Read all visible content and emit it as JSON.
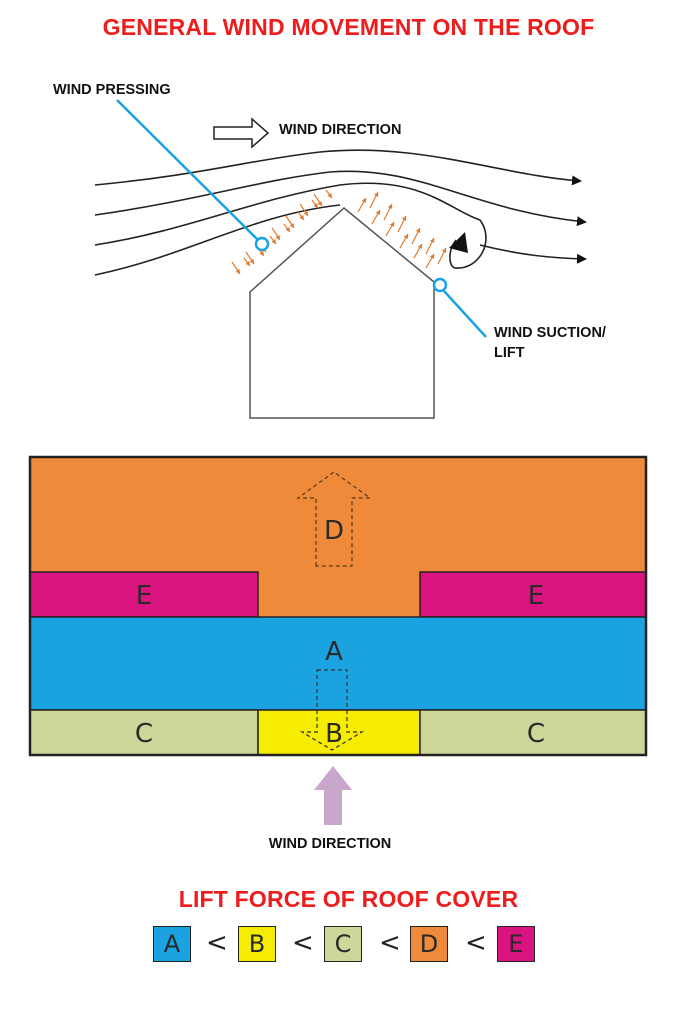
{
  "titles": {
    "top": "GENERAL WIND MOVEMENT ON THE ROOF",
    "bottom": "LIFT FORCE OF ROOF COVER"
  },
  "labels": {
    "wind_pressing": "WIND PRESSING",
    "wind_direction_top": "WIND DIRECTION",
    "wind_suction_line1": "WIND SUCTION/",
    "wind_suction_line2": "LIFT",
    "wind_direction_bottom": "WIND DIRECTION"
  },
  "zones": {
    "A": "A",
    "B": "B",
    "C": "C",
    "D": "D",
    "E": "E"
  },
  "legend": {
    "items": [
      "A",
      "B",
      "C",
      "D",
      "E"
    ],
    "separator": "<"
  },
  "colors": {
    "title_red": "#ee1c1c",
    "zone_A": "#1aa3e0",
    "zone_B": "#f5ec00",
    "zone_C": "#cfd69a",
    "zone_D": "#ee8a3a",
    "zone_E": "#d91480",
    "callout_line": "#1aa3e0",
    "wind_arrow_lilac": "#c9a6cc",
    "pressure_arrow": "#e07a2e"
  }
}
